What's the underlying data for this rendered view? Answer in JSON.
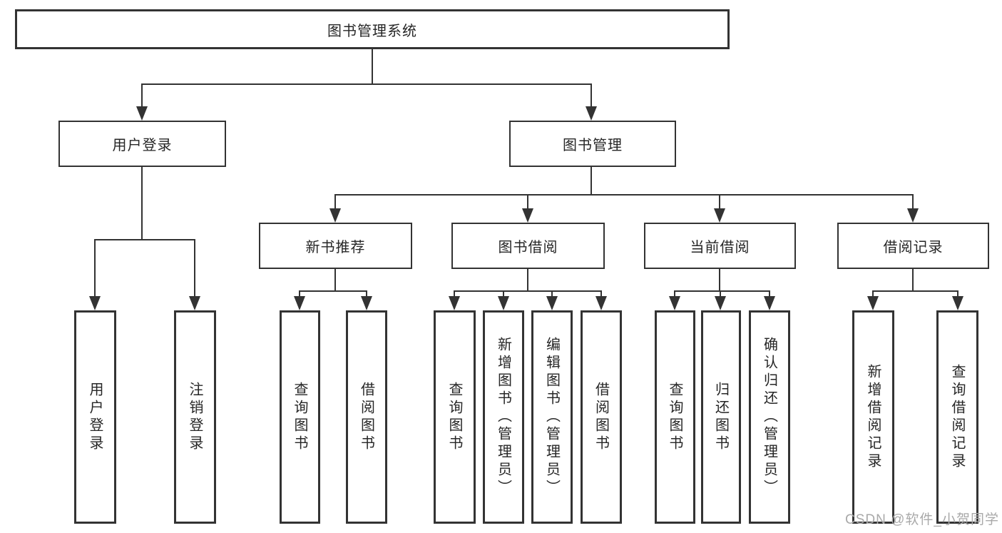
{
  "diagram": {
    "root": {
      "label": "图书管理系统"
    },
    "level2": {
      "user_login": {
        "label": "用户登录"
      },
      "book_mgmt": {
        "label": "图书管理"
      }
    },
    "level3": {
      "new_book": {
        "label": "新书推荐"
      },
      "book_borrow": {
        "label": "图书借阅"
      },
      "current_borrow": {
        "label": "当前借阅"
      },
      "borrow_record": {
        "label": "借阅记录"
      }
    },
    "leaves": {
      "user_login_leaf": {
        "label": "用户登录"
      },
      "logout": {
        "label": "注销登录"
      },
      "nb_query": {
        "label": "查询图书"
      },
      "nb_borrow": {
        "label": "借阅图书"
      },
      "bb_query": {
        "label": "查询图书"
      },
      "bb_add": {
        "label": "新增图书（管理员）"
      },
      "bb_edit": {
        "label": "编辑图书（管理员）"
      },
      "bb_borrow": {
        "label": "借阅图书"
      },
      "cb_query": {
        "label": "查询图书"
      },
      "cb_return": {
        "label": "归还图书"
      },
      "cb_confirm": {
        "label": "确认归还（管理员）"
      },
      "br_add": {
        "label": "新增借阅记录"
      },
      "br_query": {
        "label": "查询借阅记录"
      }
    }
  },
  "watermark": {
    "text": "CSDN @软件_小贺同学"
  },
  "colors": {
    "line": "#333333",
    "text": "#262626",
    "watermark": "#a9a9a9",
    "background": "#ffffff"
  }
}
